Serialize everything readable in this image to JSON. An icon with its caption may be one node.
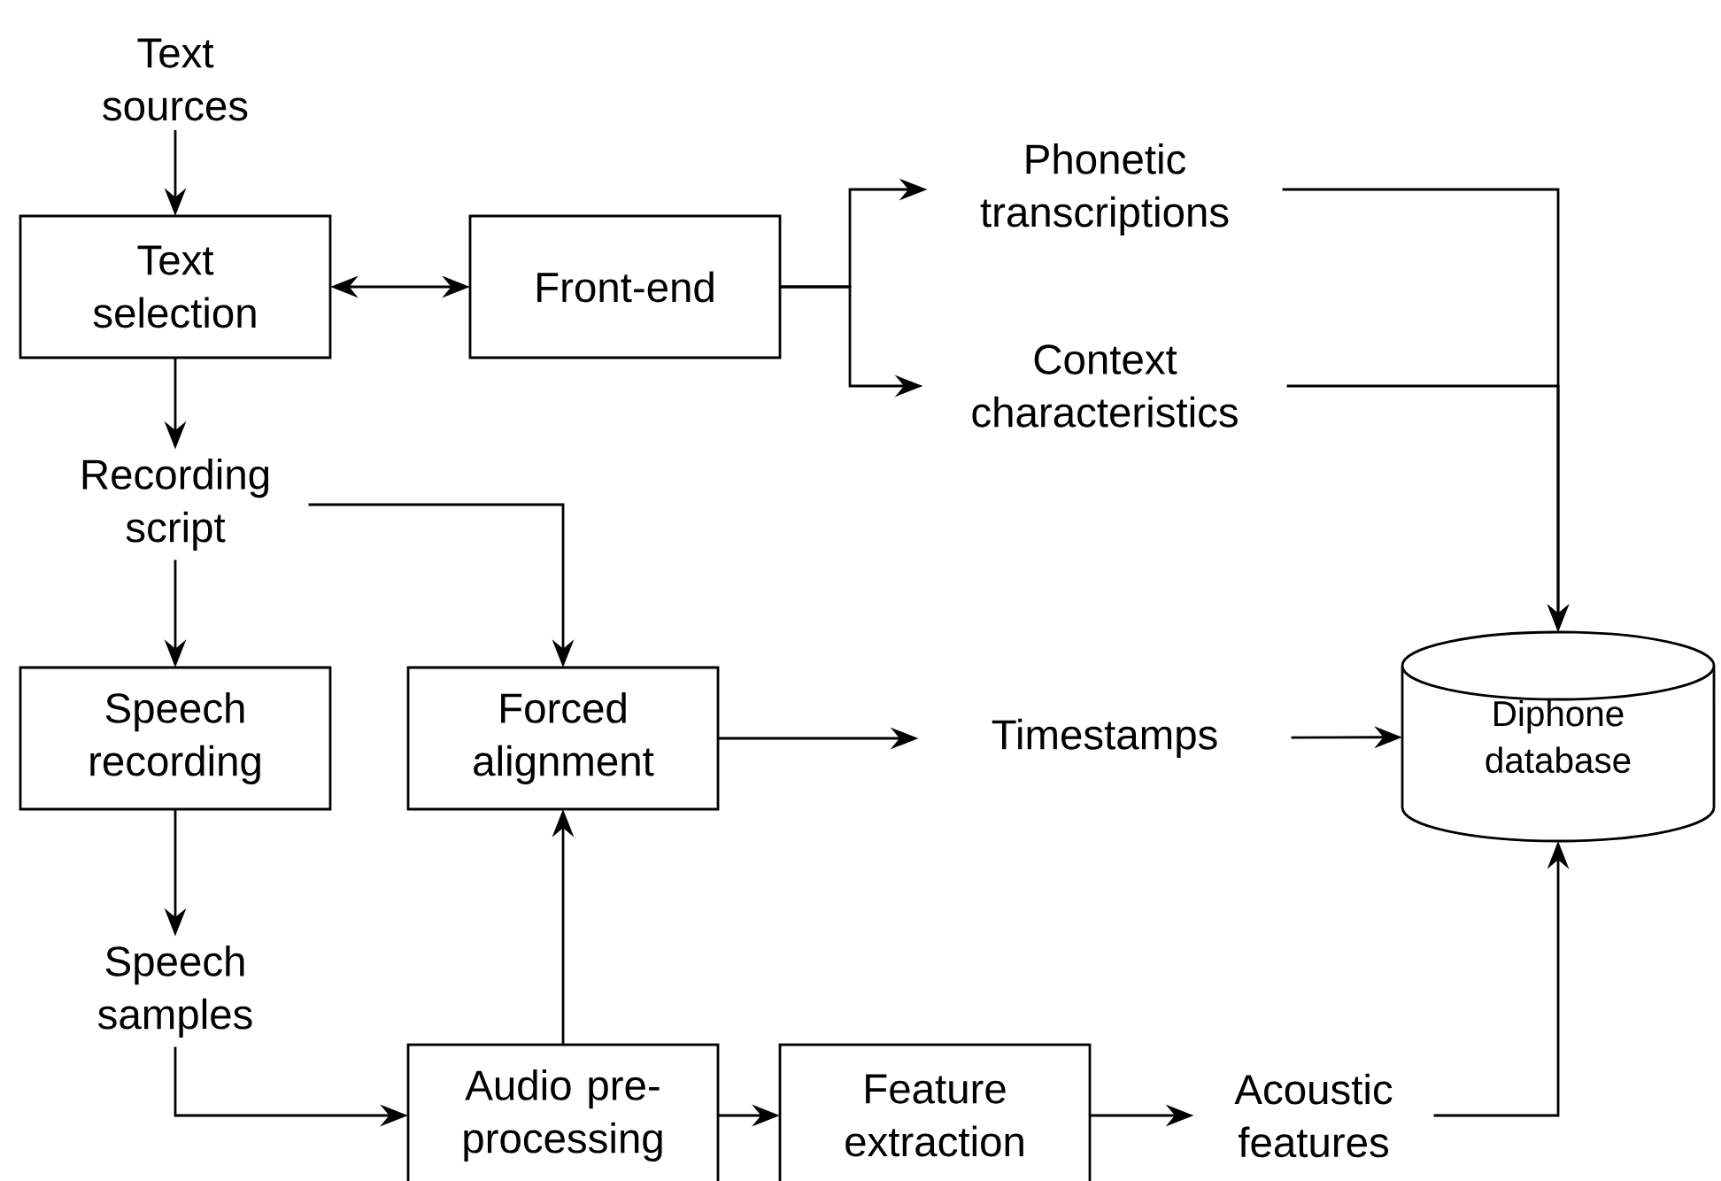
{
  "diagram": {
    "nodes": [
      {
        "text": [
          "Text sources"
        ]
      },
      {
        "text": [
          "Text selection"
        ]
      },
      {
        "text": [
          "Front-end"
        ]
      },
      {
        "text": [
          "Phonetic transcriptions"
        ]
      },
      {
        "text": [
          "Context characteristics"
        ]
      },
      {
        "text": [
          "Recording script"
        ]
      },
      {
        "text": [
          "Speech recording"
        ]
      },
      {
        "text": [
          "Forced alignment"
        ]
      },
      {
        "text": [
          "Timestamps"
        ]
      },
      {
        "text": [
          "Diphone database"
        ]
      },
      {
        "text": [
          "Speech samples"
        ]
      },
      {
        "text": [
          "Audio pre-processing"
        ]
      },
      {
        "text": [
          "Feature extraction"
        ]
      },
      {
        "text": [
          "Acoustic features"
        ]
      }
    ],
    "edges": [
      {
        "from": 0,
        "to": 1,
        "arrow": "to"
      },
      {
        "from": 1,
        "to": 2,
        "arrow": "both"
      },
      {
        "from": 2,
        "to": 3,
        "arrow": "to"
      },
      {
        "from": 2,
        "to": 4,
        "arrow": "to"
      },
      {
        "from": 3,
        "to": 9,
        "arrow": "to"
      },
      {
        "from": 4,
        "to": 9,
        "arrow": "to"
      },
      {
        "from": 1,
        "to": 5,
        "arrow": "to"
      },
      {
        "from": 5,
        "to": 7,
        "arrow": "to"
      },
      {
        "from": 5,
        "to": 6,
        "arrow": "to"
      },
      {
        "from": 6,
        "to": 10,
        "arrow": "to"
      },
      {
        "from": 10,
        "to": 11,
        "arrow": "to"
      },
      {
        "from": 11,
        "to": 7,
        "arrow": "to"
      },
      {
        "from": 7,
        "to": 8,
        "arrow": "to"
      },
      {
        "from": 8,
        "to": 9,
        "arrow": "to"
      },
      {
        "from": 11,
        "to": 12,
        "arrow": "to"
      },
      {
        "from": 12,
        "to": 13,
        "arrow": "to"
      },
      {
        "from": 13,
        "to": 9,
        "arrow": "to"
      }
    ]
  }
}
